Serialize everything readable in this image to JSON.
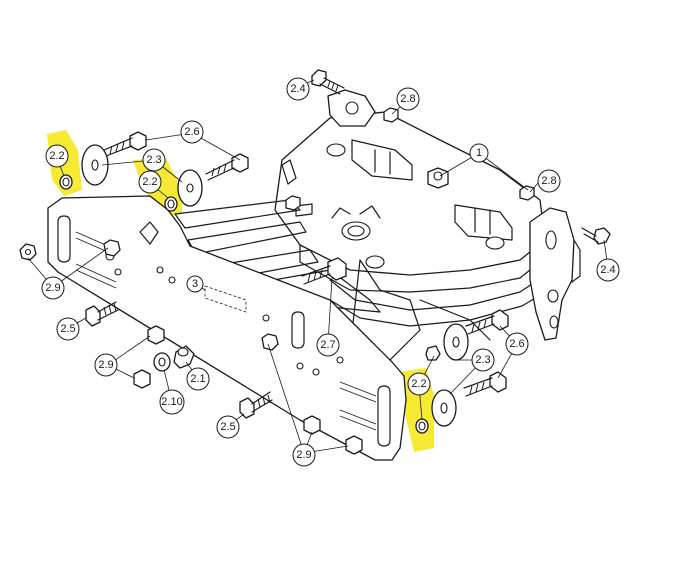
{
  "callouts": {
    "c_1": "1",
    "c_2_4_top": "2.4",
    "c_2_8_top": "2.8",
    "c_2_8_right": "2.8",
    "c_2_4_right": "2.4",
    "c_2_6_top": "2.6",
    "c_2_3_left": "2.3",
    "c_2_2_left": "2.2",
    "c_2_2_mid": "2.2",
    "c_2_9_left": "2.9",
    "c_3": "3",
    "c_2_5_left": "2.5",
    "c_2_9_mid": "2.9",
    "c_2_1": "2.1",
    "c_2_10": "2.10",
    "c_2_5_bottom": "2.5",
    "c_2_9_bottom": "2.9",
    "c_2_7": "2.7",
    "c_2_2_right": "2.2",
    "c_2_3_right": "2.3",
    "c_2_6_right": "2.6"
  },
  "highlight_color": "#f5e92a",
  "line_color": "#1a1a1a"
}
